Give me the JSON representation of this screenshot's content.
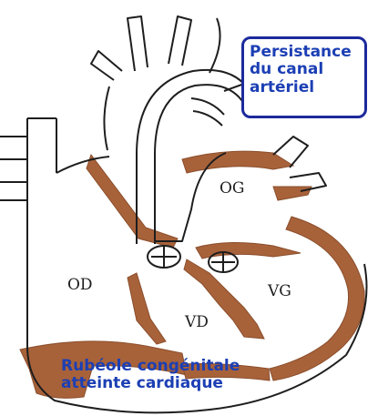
{
  "diagram": {
    "chambers": {
      "og": "OG",
      "od": "OD",
      "vg": "VG",
      "vd": "VD"
    },
    "callouts": {
      "canal": [
        "Persistance",
        "du canal",
        "artériel"
      ],
      "rubeole": [
        "Rubéole congénitale",
        "atteinte cardiaque"
      ]
    },
    "colors": {
      "muscle": "#a8623a",
      "outline": "#1e1e1e",
      "callout_text": "#1c3fb4",
      "callout_border": "#1c2a9c"
    }
  }
}
